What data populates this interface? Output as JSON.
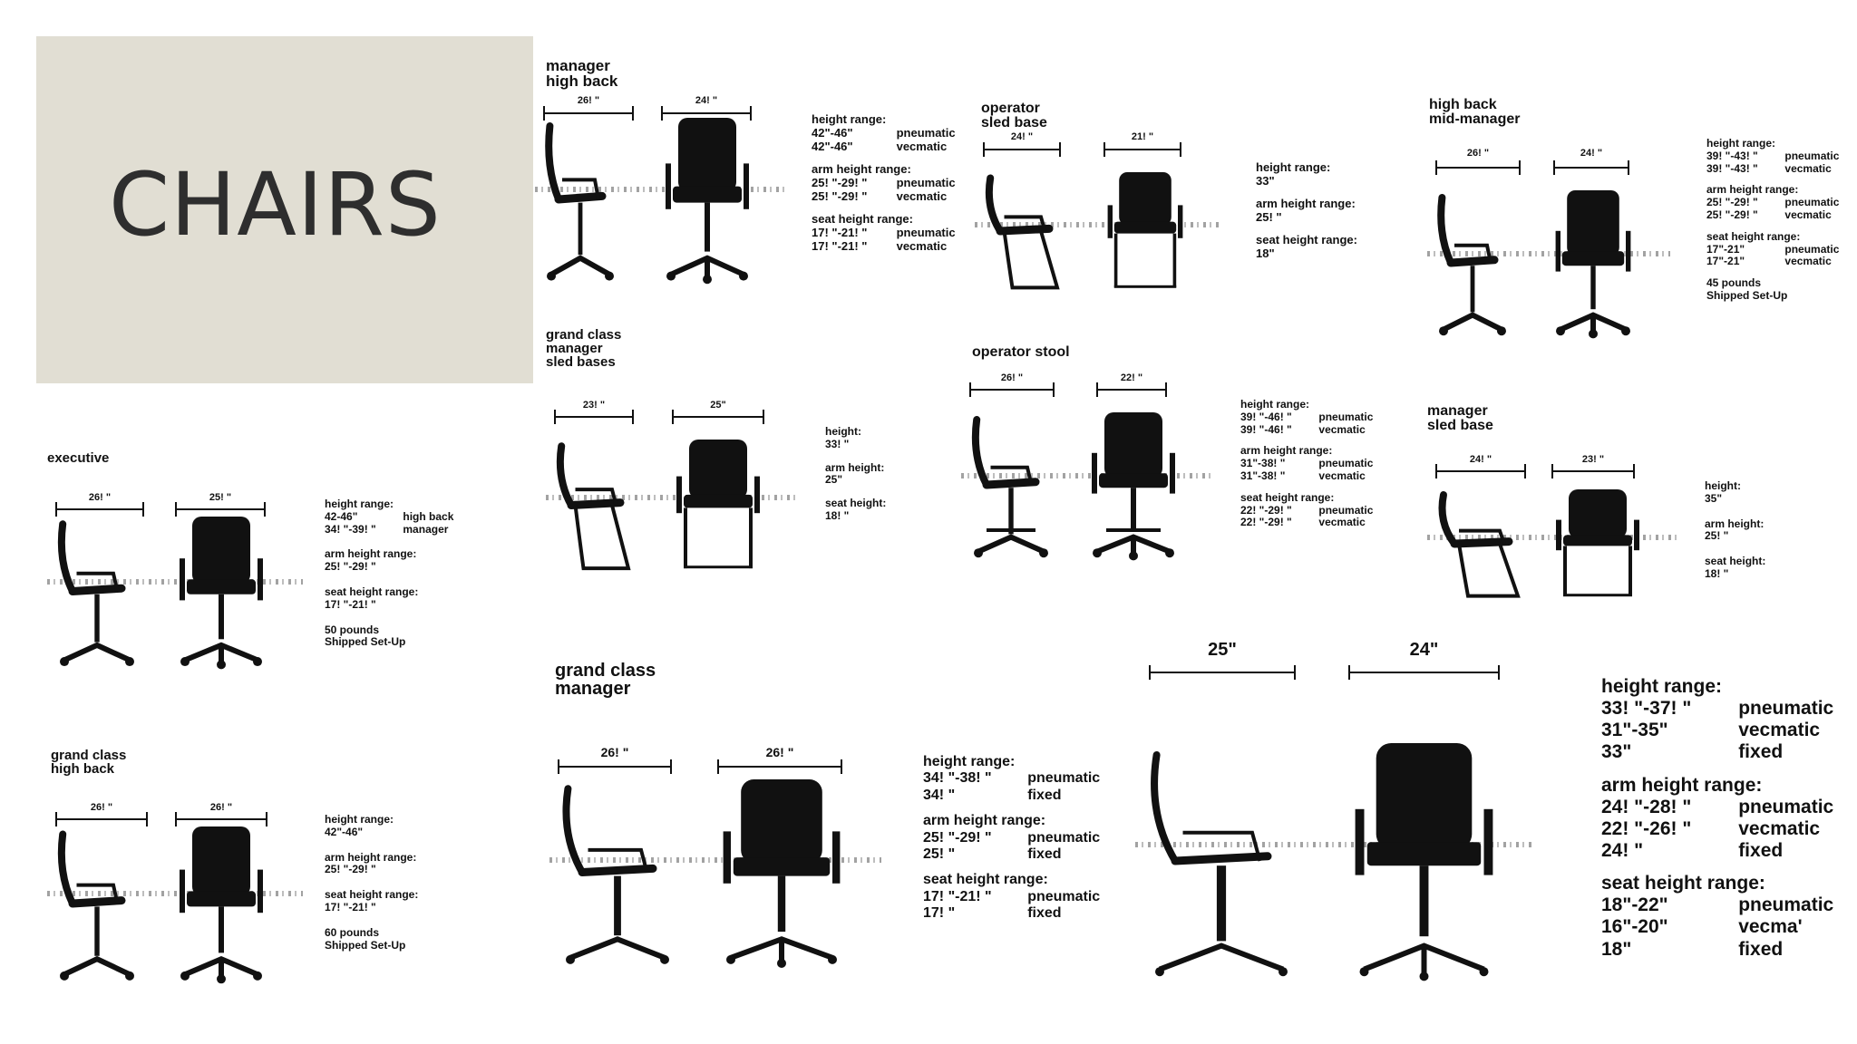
{
  "page": {
    "title": "CHAIRS"
  },
  "panels": {
    "manager_high_back": {
      "name": [
        "manager",
        "high back"
      ],
      "dims": [
        "26! \"",
        "24! \""
      ],
      "specs": [
        {
          "label": "height range:",
          "rows": [
            [
              "42\"-46\"",
              "pneumatic"
            ],
            [
              "42\"-46\"",
              "vecmatic"
            ]
          ]
        },
        {
          "label": "arm height range:",
          "rows": [
            [
              "25! \"-29! \"",
              "pneumatic"
            ],
            [
              "25! \"-29! \"",
              "vecmatic"
            ]
          ]
        },
        {
          "label": "seat height range:",
          "rows": [
            [
              "17! \"-21! \"",
              "pneumatic"
            ],
            [
              "17! \"-21! \"",
              "vecmatic"
            ]
          ]
        }
      ]
    },
    "operator_sled_base": {
      "name": [
        "operator",
        "sled base"
      ],
      "dims": [
        "24! \"",
        "21! \""
      ],
      "specs": [
        {
          "label": "height range:",
          "rows": [
            [
              "33\"",
              ""
            ]
          ]
        },
        {
          "label": "arm height range:",
          "rows": [
            [
              "25! \"",
              ""
            ]
          ]
        },
        {
          "label": "seat height range:",
          "rows": [
            [
              "18\"",
              ""
            ]
          ]
        }
      ]
    },
    "high_back_mid_manager": {
      "name": [
        "high back",
        "mid-manager"
      ],
      "dims": [
        "26! \"",
        "24! \""
      ],
      "specs": [
        {
          "label": "height range:",
          "rows": [
            [
              "39! \"-43! \"",
              "pneumatic"
            ],
            [
              "39! \"-43! \"",
              "vecmatic"
            ]
          ]
        },
        {
          "label": "arm height range:",
          "rows": [
            [
              "25! \"-29! \"",
              "pneumatic"
            ],
            [
              "25! \"-29! \"",
              "vecmatic"
            ]
          ]
        },
        {
          "label": "seat height range:",
          "rows": [
            [
              "17\"-21\"",
              "pneumatic"
            ],
            [
              "17\"-21\"",
              "vecmatic"
            ]
          ]
        }
      ],
      "notes": [
        "45 pounds",
        "Shipped Set-Up"
      ]
    },
    "grand_class_manager_sled": {
      "name": [
        "grand class",
        "manager",
        "sled bases"
      ],
      "dims": [
        "23! \"",
        "25\""
      ],
      "specs": [
        {
          "label": "height:",
          "rows": [
            [
              "33! \"",
              ""
            ]
          ]
        },
        {
          "label": "arm height:",
          "rows": [
            [
              "25\"",
              ""
            ]
          ]
        },
        {
          "label": "seat height:",
          "rows": [
            [
              "18! \"",
              ""
            ]
          ]
        }
      ]
    },
    "operator_stool": {
      "name": [
        "operator stool"
      ],
      "dims": [
        "26! \"",
        "22! \""
      ],
      "specs": [
        {
          "label": "height range:",
          "rows": [
            [
              "39! \"-46! \"",
              "pneumatic"
            ],
            [
              "39! \"-46! \"",
              "vecmatic"
            ]
          ]
        },
        {
          "label": "arm height range:",
          "rows": [
            [
              "31\"-38! \"",
              "pneumatic"
            ],
            [
              "31\"-38! \"",
              "vecmatic"
            ]
          ]
        },
        {
          "label": "seat height range:",
          "rows": [
            [
              "22! \"-29! \"",
              "pneumatic"
            ],
            [
              "22! \"-29! \"",
              "vecmatic"
            ]
          ]
        }
      ]
    },
    "manager_sled_base": {
      "name": [
        "manager",
        "sled base"
      ],
      "dims": [
        "24! \"",
        "23! \""
      ],
      "specs": [
        {
          "label": "height:",
          "rows": [
            [
              "35\"",
              ""
            ]
          ]
        },
        {
          "label": "arm height:",
          "rows": [
            [
              "25! \"",
              ""
            ]
          ]
        },
        {
          "label": "seat height:",
          "rows": [
            [
              "18! \"",
              ""
            ]
          ]
        }
      ]
    },
    "executive": {
      "name": [
        "executive"
      ],
      "dims": [
        "26! \"",
        "25! \""
      ],
      "specs": [
        {
          "label": "height range:",
          "rows": [
            [
              "42-46\"",
              "high back"
            ],
            [
              "34! \"-39! \"",
              "manager"
            ]
          ]
        },
        {
          "label": "arm height range:",
          "rows": [
            [
              "25! \"-29! \"",
              ""
            ]
          ]
        },
        {
          "label": "seat height range:",
          "rows": [
            [
              "17! \"-21! \"",
              ""
            ]
          ]
        }
      ],
      "notes": [
        "50 pounds",
        "Shipped Set-Up"
      ]
    },
    "grand_class_high_back": {
      "name": [
        "grand class",
        "high back"
      ],
      "dims": [
        "26! \"",
        "26! \""
      ],
      "specs": [
        {
          "label": "height range:",
          "rows": [
            [
              "42\"-46\"",
              ""
            ]
          ]
        },
        {
          "label": "arm height range:",
          "rows": [
            [
              "25! \"-29! \"",
              ""
            ]
          ]
        },
        {
          "label": "seat height range:",
          "rows": [
            [
              "17! \"-21! \"",
              ""
            ]
          ]
        }
      ],
      "notes": [
        "60 pounds",
        "Shipped Set-Up"
      ]
    },
    "grand_class_manager": {
      "name": [
        "grand class",
        "manager"
      ],
      "dims": [
        "26! \"",
        "26! \""
      ],
      "specs": [
        {
          "label": "height range:",
          "rows": [
            [
              "34! \"-38! \"",
              "pneumatic"
            ],
            [
              "34! \"",
              "fixed"
            ]
          ]
        },
        {
          "label": "arm height range:",
          "rows": [
            [
              "25! \"-29! \"",
              "pneumatic"
            ],
            [
              "25! \"",
              "fixed"
            ]
          ]
        },
        {
          "label": "seat height range:",
          "rows": [
            [
              "17! \"-21! \"",
              "pneumatic"
            ],
            [
              "17! \"",
              "fixed"
            ]
          ]
        }
      ]
    },
    "large_manager": {
      "dims": [
        "25\"",
        "24\""
      ],
      "specs": [
        {
          "label": "height range:",
          "rows": [
            [
              "33! \"-37! \"",
              "pneumatic"
            ],
            [
              "31\"-35\"",
              "vecmatic"
            ],
            [
              "33\"",
              "fixed"
            ]
          ]
        },
        {
          "label": "arm height range:",
          "rows": [
            [
              "24! \"-28! \"",
              "pneumatic"
            ],
            [
              "22! \"-26! \"",
              "vecmatic"
            ],
            [
              "24! \"",
              "fixed"
            ]
          ]
        },
        {
          "label": "seat height range:",
          "rows": [
            [
              "18\"-22\"",
              "pneumatic"
            ],
            [
              "16\"-20\"",
              "vecma'"
            ],
            [
              "18\"",
              "fixed"
            ]
          ]
        }
      ]
    }
  }
}
